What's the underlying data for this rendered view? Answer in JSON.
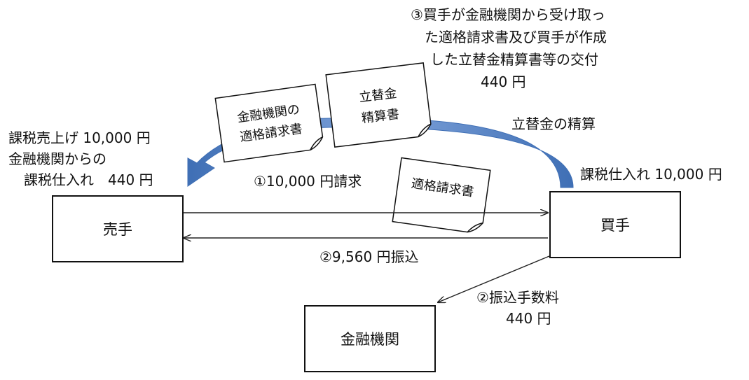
{
  "entities": {
    "seller": "売手",
    "buyer": "買手",
    "bank": "金融機関"
  },
  "labels": {
    "seller_sales_line1": "課税売上げ 10,000 円",
    "seller_sales_line2": "金融機関からの",
    "seller_sales_line3": "課税仕入れ　440 円",
    "buyer_purchase": "課税仕入れ 10,000 円",
    "settlement": "立替金の精算",
    "step3_line1": "③買手が金融機関から受け取っ",
    "step3_line2": "た適格請求書及び買手が作成",
    "step3_line3": "した立替金精算書等の交付",
    "step3_amount": "440 円",
    "step1": "①10,000 円請求",
    "step2_transfer": "②9,560 円振込",
    "step2_fee": "②振込手数料",
    "step2_fee_amount": "440 円"
  },
  "documents": {
    "bank_invoice_line1": "金融機関の",
    "bank_invoice_line2": "適格請求書",
    "settlement_doc_line1": "立替金",
    "settlement_doc_line2": "精算書",
    "invoice": "適格請求書"
  },
  "colors": {
    "arrow_fill": "#5B86C7",
    "arrow_fill_dark": "#3F6FB5",
    "line": "#222222"
  }
}
